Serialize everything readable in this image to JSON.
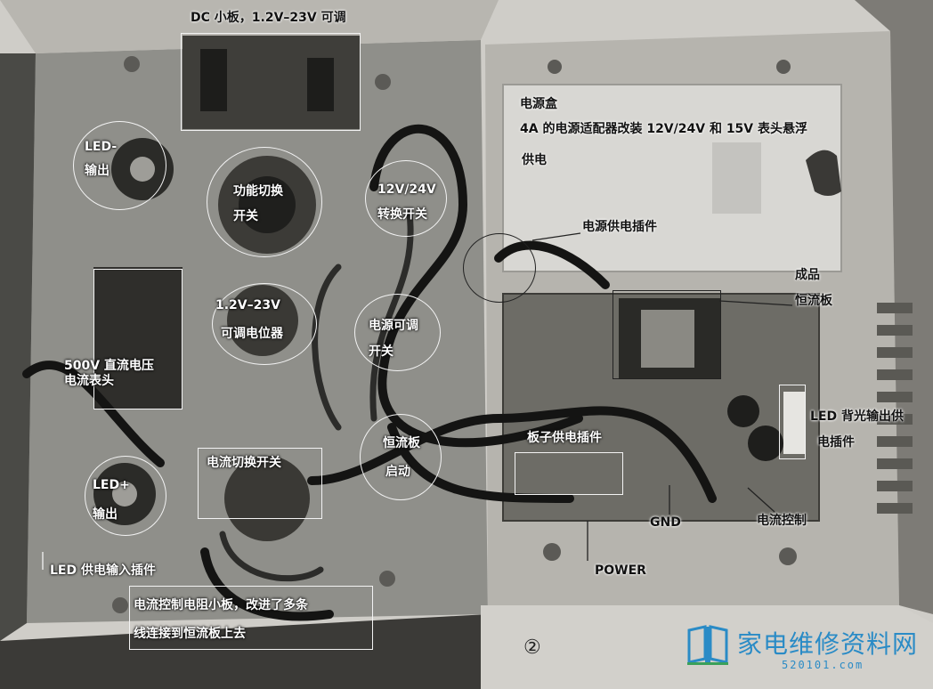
{
  "labels": {
    "dc_board": "DC 小板，1.2V–23V 可调",
    "led_minus_out_line1": "LED-",
    "led_minus_out_line2": "输出",
    "function_switch_line1": "功能切换",
    "function_switch_line2": "开关",
    "v12_24_switch_line1": "12V/24V",
    "v12_24_switch_line2": "转换开关",
    "power_box": "电源盒",
    "power_box_desc_line1": "4A 的电源适配器改装 12V/24V 和 15V 表头悬浮",
    "power_box_desc_line2": "供电",
    "power_supply_plug": "电源供电插件",
    "finished_cc_board_line1": "成品",
    "finished_cc_board_line2": "恒流板",
    "pot_line1": "1.2V–23V",
    "pot_line2": "可调电位器",
    "power_adjust_switch_line1": "电源可调",
    "power_adjust_switch_line2": "开关",
    "meter_line1": "500V 直流电压",
    "meter_line2": "电流表头",
    "board_power_plug": "板子供电插件",
    "led_backlight_plug_line1": "LED 背光输出供",
    "led_backlight_plug_line2": "电插件",
    "cc_start_line1": "恒流板",
    "cc_start_line2": "启动",
    "current_switch": "电流切换开关",
    "led_plus_out_line1": "LED+",
    "led_plus_out_line2": "输出",
    "gnd": "GND",
    "current_control": "电流控制",
    "led_input_plug": "LED 供电输入插件",
    "power_label": "POWER",
    "resistor_board_line1": "电流控制电阻小板，改进了多条",
    "resistor_board_line2": "线连接到恒流板上去"
  },
  "figure_number": "②",
  "watermark": {
    "text": "家电维修资料网",
    "url": "520101.com"
  },
  "colors": {
    "annotation_outline": "#f3f3f3",
    "watermark": "#2a8bc6"
  }
}
